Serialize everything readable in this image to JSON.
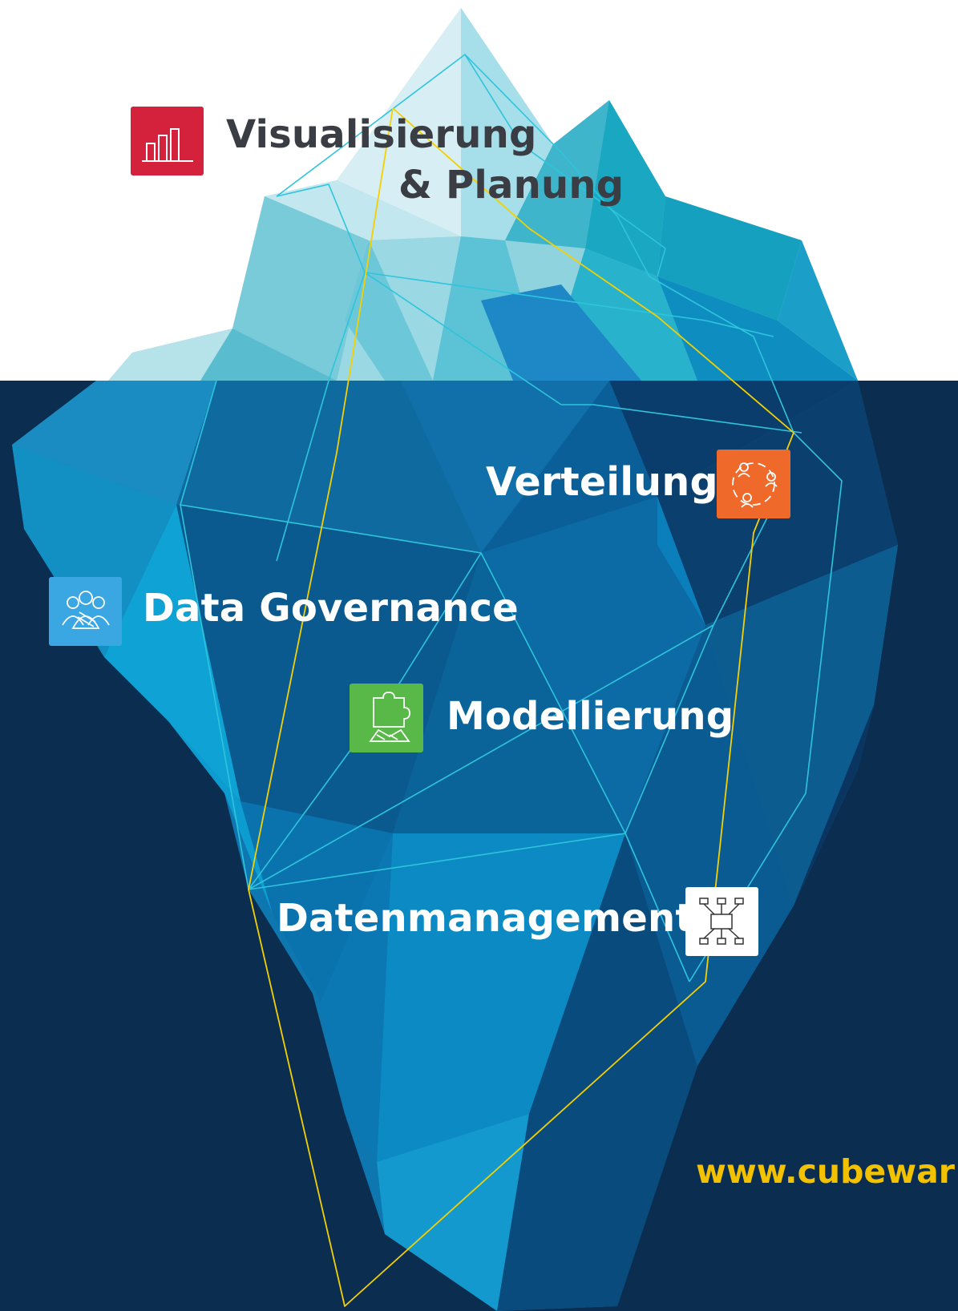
{
  "labels": {
    "visualisierung_line1": "Visualisierung",
    "visualisierung_line2": "& Planung",
    "verteilung": "Verteilung",
    "data_governance": "Data Governance",
    "modellierung": "Modellierung",
    "datenmanagement": "Datenmanagement"
  },
  "website": "www.cubewar",
  "icons": {
    "visualisierung": "bar-chart-icon",
    "verteilung": "people-cycle-icon",
    "data_governance": "team-icon",
    "modellierung": "puzzle-icon",
    "datenmanagement": "network-diagram-icon"
  },
  "colors": {
    "sky": "#ffffff",
    "ocean": "#0a2f52",
    "ice_light": "#cfeaf0",
    "ice_mid": "#35b4cc",
    "ice_deep": "#0a6fa4",
    "line_cyan": "#2ec4dc",
    "line_yellow": "#f5d000",
    "badge_red": "#d4223c",
    "badge_orange": "#ef6a2a",
    "badge_blue": "#3aa7e2",
    "badge_green": "#58b848",
    "badge_white": "#ffffff",
    "url": "#f2c200"
  }
}
